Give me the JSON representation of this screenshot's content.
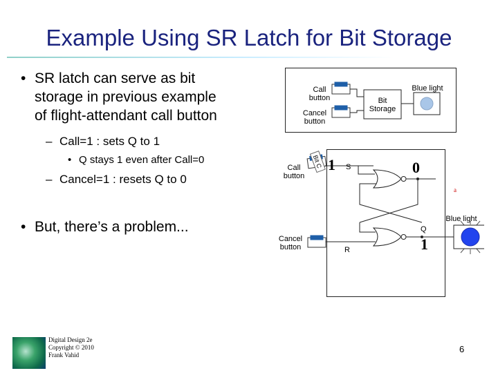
{
  "title": "Example Using SR Latch for Bit Storage",
  "bullets": {
    "b1_line1": "SR latch can serve as bit",
    "b1_line2": "storage in previous example",
    "b1_line3": "of flight-attendant call button",
    "sub1": "Call=1 : sets Q to 1",
    "sub1_a": "Q stays 1 even after Call=0",
    "sub2": "Cancel=1 : resets Q to 0",
    "b2": "But, there’s a problem..."
  },
  "top_diagram": {
    "call_label_1": "Call",
    "call_label_2": "button",
    "cancel_label_1": "Cancel",
    "cancel_label_2": "button",
    "storage_label_1": "Bit",
    "storage_label_2": "Storage",
    "light_label": "Blue light"
  },
  "latch_diagram": {
    "call_label_1": "Call",
    "call_label_2": "button",
    "cancel_label_1": "Cancel",
    "cancel_label_2": "button",
    "s_label": "S",
    "r_label": "R",
    "q_label": "Q",
    "light_label": "Blue light",
    "s_value": "1",
    "top_out_value": "0",
    "q_value": "1",
    "small_mark": "a",
    "rotated_label": "Bit C"
  },
  "footer": {
    "line1": "Digital Design 2e",
    "line2": "Copyright © 2010",
    "line3": "Frank Vahid"
  },
  "page_number": "6",
  "colors": {
    "title": "#1a237e",
    "button_cap": "#1f5fa8",
    "light_fill": "#2244ee",
    "light_off": "#a9c6e8",
    "value_red": "#cc0000"
  }
}
